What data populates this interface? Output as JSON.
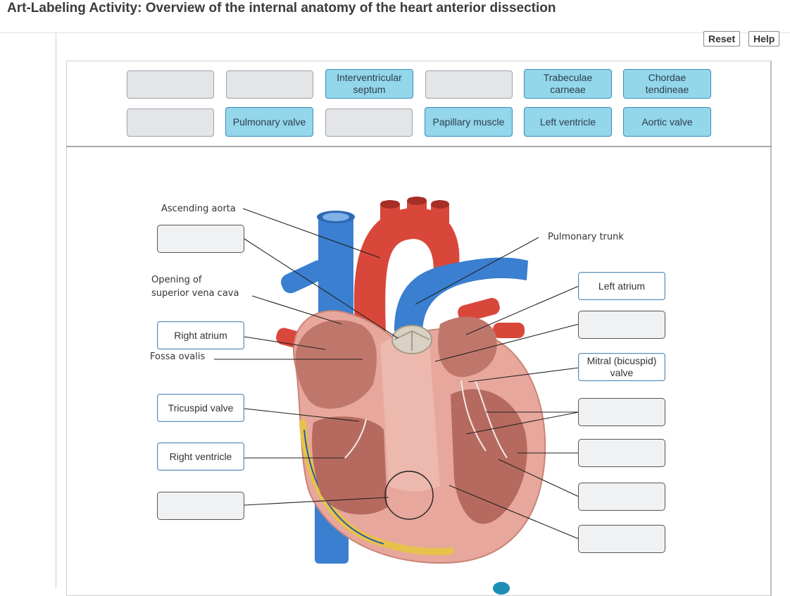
{
  "header": {
    "title": "Art-Labeling Activity: Overview of the internal anatomy of the heart anterior dissection"
  },
  "toolbar": {
    "reset_label": "Reset",
    "help_label": "Help"
  },
  "label_bank": {
    "row1": [
      "",
      "",
      "Interventricular septum",
      "",
      "Trabeculae carneae",
      "Chordae tendineae"
    ],
    "row2": [
      "",
      "Pulmonary valve",
      "",
      "Papillary muscle",
      "Left ventricle",
      "Aortic valve"
    ]
  },
  "diagram": {
    "fixed_labels": {
      "ascending_aorta": "Ascending aorta",
      "pulmonary_trunk": "Pulmonary trunk",
      "opening_svc_line1": "Opening of",
      "opening_svc_line2": "superior vena cava",
      "fossa_ovalis": "Fossa ovalis"
    },
    "left_targets": [
      "",
      "Right atrium",
      "Tricuspid valve",
      "Right ventricle",
      ""
    ],
    "right_targets": [
      "Left atrium",
      "",
      "Mitral (bicuspid) valve",
      "",
      "",
      "",
      ""
    ]
  },
  "colors": {
    "chip_fill": "#94d6ea",
    "chip_border": "#3c8dbc",
    "aorta_red": "#d9473b",
    "vein_blue": "#3a7fd0",
    "myocardium_pink": "#e7a79c"
  },
  "icons": [
    "magnifier-circle-icon"
  ]
}
